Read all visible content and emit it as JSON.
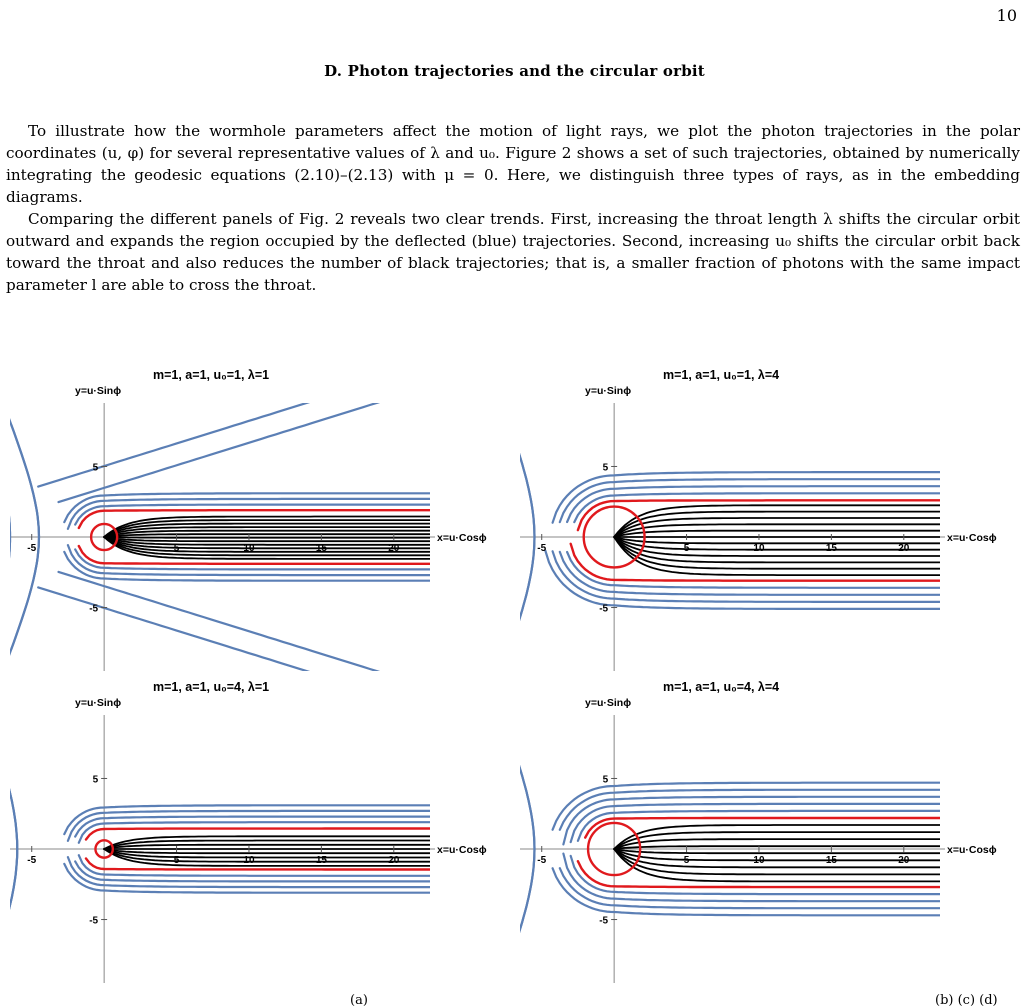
{
  "page": {
    "number": "10"
  },
  "section": {
    "heading": "D.   Photon trajectories and the circular orbit"
  },
  "paragraphs": [
    "To illustrate how the wormhole parameters affect the motion of light rays, we plot the photon trajectories in the polar coordinates (u, φ) for several representative values of λ and u₀. Figure 2 shows a set of such trajectories, obtained by numerically integrating the geodesic equations (2.10)–(2.13) with μ = 0. Here, we distinguish three types of rays, as in the embedding diagrams.",
    "Comparing the different panels of Fig. 2 reveals two clear trends. First, increasing the throat length λ shifts the circular orbit outward and expands the region occupied by the deflected (blue) trajectories. Second, increasing u₀ shifts the circular orbit back toward the throat and also reduces the number of black trajectories; that is, a smaller fraction of photons with the same impact parameter l are able to cross the throat."
  ],
  "figure": {
    "captions": {
      "left": "(a)",
      "right": "(b) (c) (d)"
    },
    "colors": {
      "deflected": "#5b7fb5",
      "crossing": "#000000",
      "circular_orbit": "#e0191d"
    }
  },
  "chart_data": [
    {
      "type": "line",
      "title": "m=1, a=1, u₀=1, λ=1",
      "params": {
        "m": 1,
        "a": 1,
        "u0": 1,
        "lambda": 1
      },
      "xlabel": "x=u·Cosϕ",
      "ylabel": "y=u·Sinϕ",
      "xlim": [
        -6.5,
        22.5
      ],
      "ylim": [
        -9.5,
        9.5
      ],
      "xticks": [
        -5,
        5,
        10,
        15,
        20
      ],
      "yticks": [
        5,
        -5
      ],
      "series": [
        {
          "kind": "crossing",
          "y_inf": [
            -1.55,
            -1.3,
            -1.05,
            -0.8,
            -0.55,
            -0.3,
            -0.05,
            0.2,
            0.45,
            0.7,
            0.95,
            1.2,
            1.45
          ],
          "u_min": 0.0
        },
        {
          "kind": "circular",
          "y_inf": [
            -1.9,
            1.9
          ],
          "u_min": 0.9
        },
        {
          "kind": "deflected",
          "y_inf": [
            -2.3,
            -2.7,
            -3.1,
            2.3,
            2.7,
            3.1
          ],
          "u_min": 1.0
        },
        {
          "kind": "deflected_wide",
          "b": [
            4.5,
            6.5
          ]
        }
      ]
    },
    {
      "type": "line",
      "title": "m=1, a=1, u₀=1, λ=4",
      "params": {
        "m": 1,
        "a": 1,
        "u0": 1,
        "lambda": 4
      },
      "xlabel": "x=u·Cosϕ",
      "ylabel": "y=u·Sinϕ",
      "xlim": [
        -6.5,
        22.5
      ],
      "ylim": [
        -9.5,
        9.5
      ],
      "xticks": [
        -5,
        5,
        10,
        15,
        20
      ],
      "yticks": [
        5,
        -5
      ],
      "series": [
        {
          "kind": "crossing",
          "y_inf": [
            -2.7,
            -2.25,
            -1.8,
            -1.35,
            -0.9,
            -0.45,
            0,
            0.45,
            0.9,
            1.35,
            1.8,
            2.25
          ],
          "u_min": 0.5
        },
        {
          "kind": "circular",
          "y_inf": [
            -3.1,
            2.6
          ],
          "u_min": 2.1
        },
        {
          "kind": "deflected",
          "y_inf": [
            -3.6,
            -4.1,
            -4.6,
            -5.1,
            3.1,
            3.6,
            4.1,
            4.6
          ],
          "u_min": 2.8
        },
        {
          "kind": "deflected_wide",
          "b": [
            5.5,
            7.5
          ]
        }
      ]
    },
    {
      "type": "line",
      "title": "m=1, a=1, u₀=4, λ=1",
      "params": {
        "m": 1,
        "a": 1,
        "u0": 4,
        "lambda": 1
      },
      "xlabel": "x=u·Cosϕ",
      "ylabel": "y=u·Sinϕ",
      "xlim": [
        -6.5,
        22.5
      ],
      "ylim": [
        -9.5,
        9.5
      ],
      "xticks": [
        -5,
        5,
        10,
        15,
        20
      ],
      "yticks": [
        5,
        -5
      ],
      "series": [
        {
          "kind": "crossing",
          "y_inf": [
            -1.2,
            -0.9,
            -0.6,
            -0.3,
            0,
            0.3,
            0.6,
            0.9
          ],
          "u_min": 0.0
        },
        {
          "kind": "circular",
          "y_inf": [
            -1.45,
            1.45
          ],
          "u_min": 0.6
        },
        {
          "kind": "deflected",
          "y_inf": [
            -1.9,
            -2.3,
            -2.7,
            -3.1,
            1.9,
            2.3,
            2.7,
            3.1
          ],
          "u_min": 0.8
        },
        {
          "kind": "deflected_wide",
          "b": [
            6.0
          ]
        }
      ]
    },
    {
      "type": "line",
      "title": "m=1, a=1, u₀=4, λ=4",
      "params": {
        "m": 1,
        "a": 1,
        "u0": 4,
        "lambda": 4
      },
      "xlabel": "x=u·Cosϕ",
      "ylabel": "y=u·Sinϕ",
      "xlim": [
        -6.5,
        22.5
      ],
      "ylim": [
        -9.5,
        9.5
      ],
      "xticks": [
        -5,
        5,
        10,
        15,
        20
      ],
      "yticks": [
        5,
        -5
      ],
      "series": [
        {
          "kind": "crossing",
          "y_inf": [
            -2.3,
            -1.8,
            -1.3,
            -0.8,
            -0.3,
            0.2,
            0.7,
            1.2,
            1.7
          ],
          "u_min": 0.5
        },
        {
          "kind": "circular",
          "y_inf": [
            -2.7,
            2.2
          ],
          "u_min": 1.8
        },
        {
          "kind": "deflected",
          "y_inf": [
            -3.2,
            -3.7,
            -4.2,
            -4.7,
            2.7,
            3.2,
            3.7,
            4.2,
            4.7
          ],
          "u_min": 2.6
        },
        {
          "kind": "deflected_wide",
          "b": [
            5.5,
            7.5
          ]
        }
      ]
    }
  ]
}
